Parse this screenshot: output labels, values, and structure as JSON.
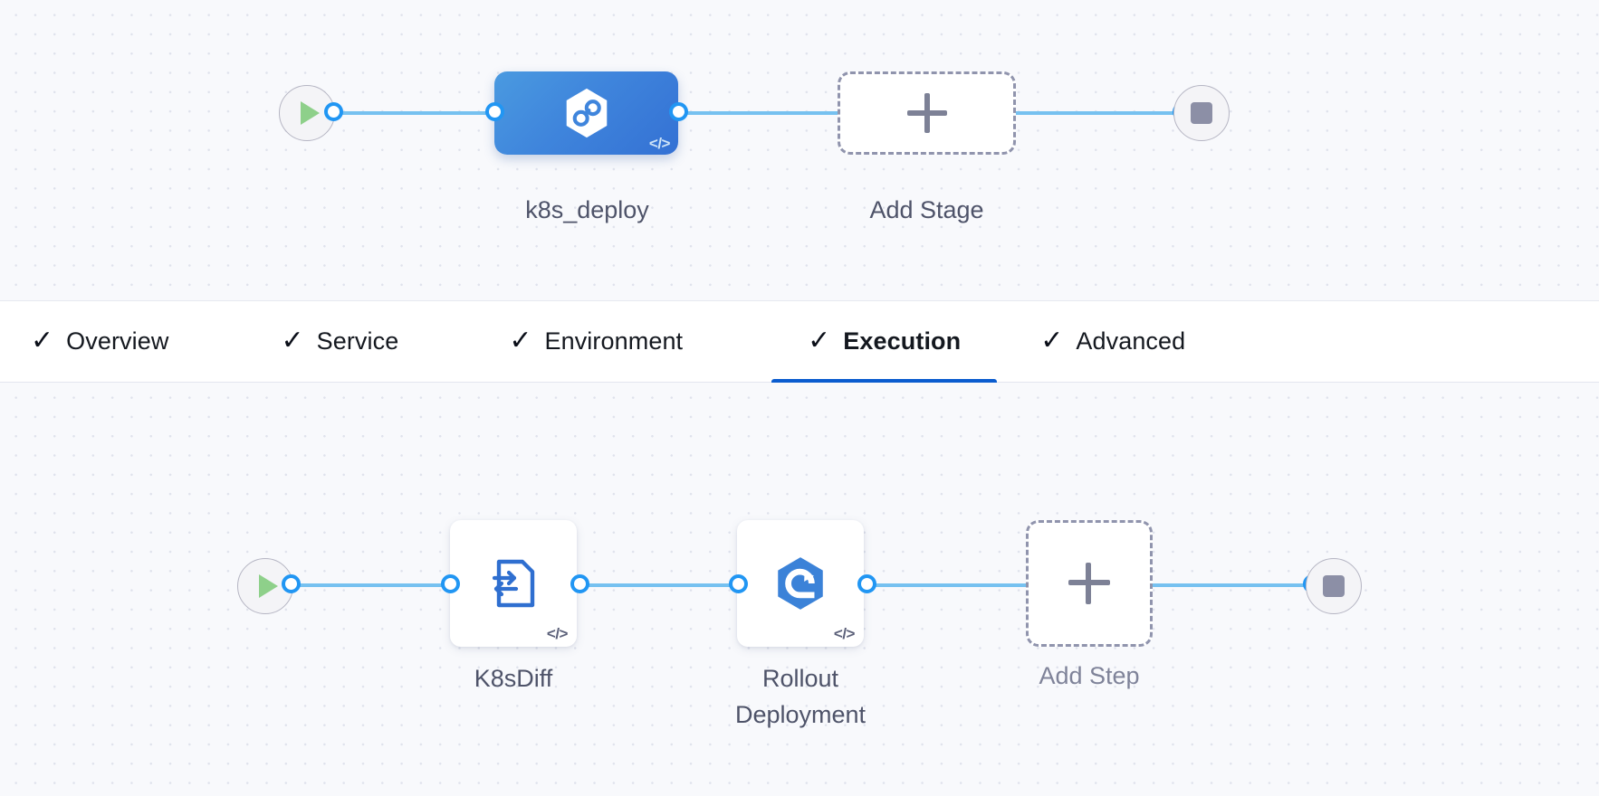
{
  "pipeline": {
    "stage_row": {
      "start_node": {
        "icon": "play-icon",
        "label": ""
      },
      "stage": {
        "name": "k8s_deploy",
        "icon": "harness-cd-hexagon-icon",
        "code_badge": "</>",
        "selected": true,
        "color": "#3f85dc"
      },
      "add_stage": {
        "label": "Add Stage",
        "icon": "plus-icon"
      },
      "end_node": {
        "icon": "stop-icon",
        "label": ""
      }
    },
    "tabs": [
      {
        "label": "Overview",
        "check": "✓",
        "active": false
      },
      {
        "label": "Service",
        "check": "✓",
        "active": false
      },
      {
        "label": "Environment",
        "check": "✓",
        "active": false
      },
      {
        "label": "Execution",
        "check": "✓",
        "active": true
      },
      {
        "label": "Advanced",
        "check": "✓",
        "active": false
      }
    ],
    "step_row": {
      "start_node": {
        "icon": "play-icon",
        "label": ""
      },
      "steps": [
        {
          "name": "K8sDiff",
          "icon": "k8s-diff-file-icon",
          "code_badge": "</>"
        },
        {
          "name": "Rollout\nDeployment",
          "icon": "rollout-deployment-hexagon-icon",
          "code_badge": "</>"
        }
      ],
      "add_step": {
        "label": "Add Step",
        "icon": "plus-icon"
      },
      "end_node": {
        "icon": "stop-icon",
        "label": ""
      }
    }
  },
  "theme": {
    "canvas_bg": "#f8f9fc",
    "dot_color": "#dfe2ec",
    "connector": "#76c1f0",
    "port_ring": "#2196f3",
    "accent": "#0a5ccf",
    "stage_blue": "#3f85dc",
    "step_icon_blue": "#3b7fd4",
    "play_green": "#8ed08a",
    "stop_gray": "#8c8fa6",
    "dashed_border": "#9094ad"
  }
}
